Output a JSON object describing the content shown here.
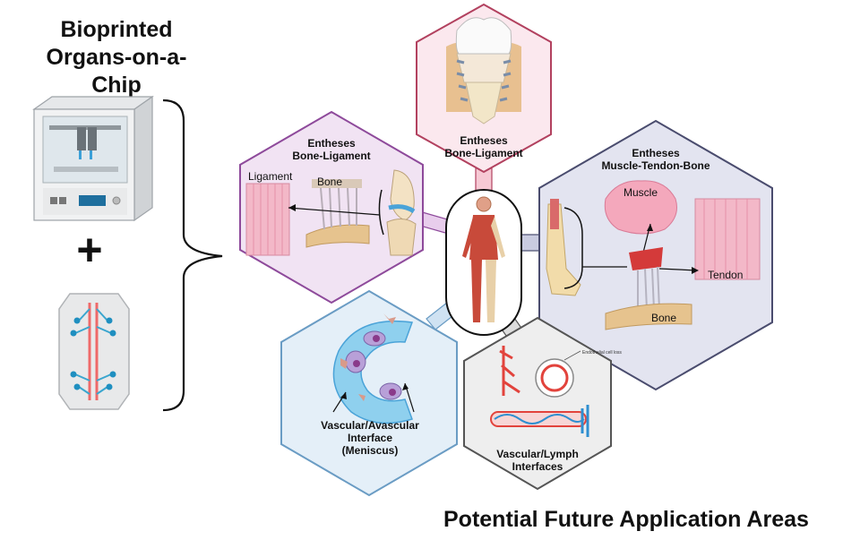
{
  "title": {
    "line1": "Bioprinted",
    "line2": "Organs-on-a-Chip"
  },
  "footer_title": "Potential Future Application Areas",
  "panels": {
    "top": {
      "line1": "Entheses",
      "line2": "Bone-Ligament"
    },
    "left": {
      "line1": "Entheses",
      "line2": "Bone-Ligament",
      "label_ligament": "Ligament",
      "label_bone": "Bone"
    },
    "right": {
      "line1": "Entheses",
      "line2": "Muscle-Tendon-Bone",
      "label_muscle": "Muscle",
      "label_tendon": "Tendon",
      "label_bone": "Bone"
    },
    "bottom_left": {
      "line1": "Vascular/Avascular",
      "line2": "Interface",
      "line3": "(Meniscus)"
    },
    "bottom_right": {
      "line1": "Vascular/Lymph",
      "line2": "Interfaces",
      "tiny_label": "Endothelial cell loss"
    }
  },
  "plus_symbol": "+",
  "colors": {
    "hex_top_fill": "#fbe8ee",
    "hex_top_stroke": "#b2415f",
    "hex_left_fill": "#f1e3f3",
    "hex_left_stroke": "#8e4a9b",
    "hex_right_fill": "#e3e4f0",
    "hex_right_stroke": "#4a4c6e",
    "hex_bl_fill": "#e4eff8",
    "hex_bl_stroke": "#6a9cc4",
    "hex_br_fill": "#eeeeee",
    "hex_br_stroke": "#555555",
    "vessel_red": "#e2433c",
    "vessel_blue": "#2f8fd0"
  }
}
